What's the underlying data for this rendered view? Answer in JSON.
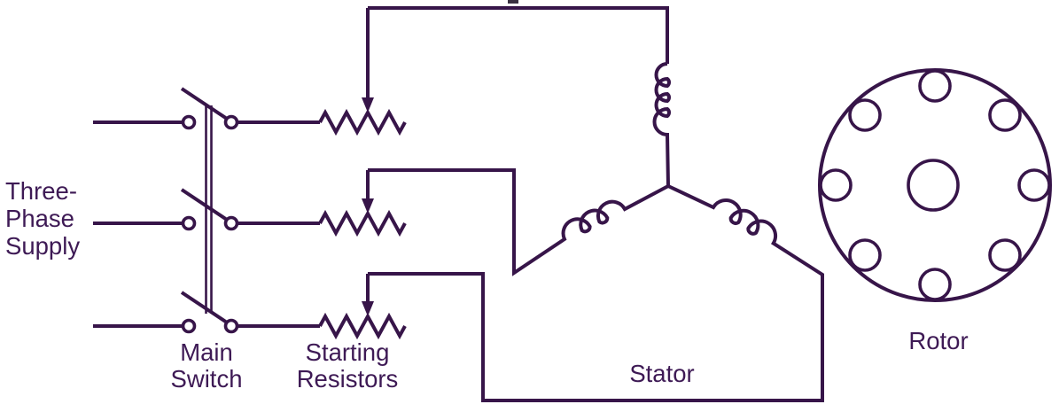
{
  "colors": {
    "line": "#371549",
    "text": "#3e1a55",
    "background": "#ffffff"
  },
  "labels": {
    "supply": [
      "Three-",
      "Phase",
      "Supply"
    ],
    "main_switch": [
      "Main",
      "Switch"
    ],
    "starting_resistors": [
      "Starting",
      "Resistors"
    ],
    "stator": "Stator",
    "rotor": "Rotor"
  },
  "components": {
    "supply_phase_count": 3,
    "main_switch_pole_count": 3,
    "starting_resistor_count": 3,
    "stator_winding_count": 3,
    "stator_connection": "star",
    "rotor_conductor_circle_count": 8
  }
}
